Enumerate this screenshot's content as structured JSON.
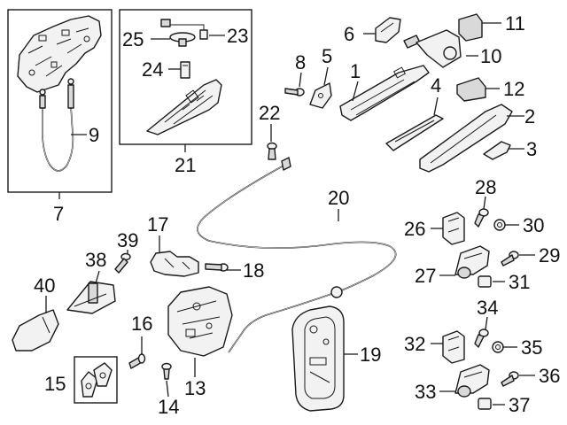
{
  "callouts": [
    {
      "id": "c1",
      "label": "1"
    },
    {
      "id": "c2",
      "label": "2"
    },
    {
      "id": "c3",
      "label": "3"
    },
    {
      "id": "c4",
      "label": "4"
    },
    {
      "id": "c5",
      "label": "5"
    },
    {
      "id": "c6",
      "label": "6"
    },
    {
      "id": "c7",
      "label": "7"
    },
    {
      "id": "c8",
      "label": "8"
    },
    {
      "id": "c9",
      "label": "9"
    },
    {
      "id": "c10",
      "label": "10"
    },
    {
      "id": "c11",
      "label": "11"
    },
    {
      "id": "c12",
      "label": "12"
    },
    {
      "id": "c13",
      "label": "13"
    },
    {
      "id": "c14",
      "label": "14"
    },
    {
      "id": "c15",
      "label": "15"
    },
    {
      "id": "c16",
      "label": "16"
    },
    {
      "id": "c17",
      "label": "17"
    },
    {
      "id": "c18",
      "label": "18"
    },
    {
      "id": "c19",
      "label": "19"
    },
    {
      "id": "c20",
      "label": "20"
    },
    {
      "id": "c21",
      "label": "21"
    },
    {
      "id": "c22",
      "label": "22"
    },
    {
      "id": "c23",
      "label": "23"
    },
    {
      "id": "c24",
      "label": "24"
    },
    {
      "id": "c25",
      "label": "25"
    },
    {
      "id": "c26",
      "label": "26"
    },
    {
      "id": "c27",
      "label": "27"
    },
    {
      "id": "c28",
      "label": "28"
    },
    {
      "id": "c29",
      "label": "29"
    },
    {
      "id": "c30",
      "label": "30"
    },
    {
      "id": "c31",
      "label": "31"
    },
    {
      "id": "c32",
      "label": "32"
    },
    {
      "id": "c33",
      "label": "33"
    },
    {
      "id": "c34",
      "label": "34"
    },
    {
      "id": "c35",
      "label": "35"
    },
    {
      "id": "c36",
      "label": "36"
    },
    {
      "id": "c37",
      "label": "37"
    },
    {
      "id": "c38",
      "label": "38"
    },
    {
      "id": "c39",
      "label": "39"
    },
    {
      "id": "c40",
      "label": "40"
    }
  ]
}
